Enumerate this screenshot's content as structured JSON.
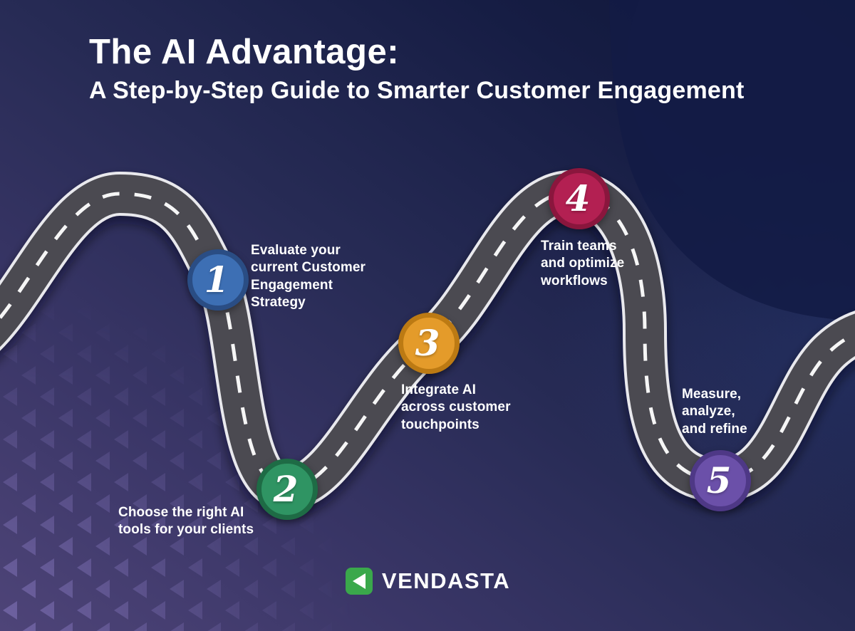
{
  "title": {
    "main": "The AI Advantage:",
    "subtitle": "A Step-by-Step Guide to Smarter Customer Engagement"
  },
  "steps": [
    {
      "number": "1",
      "label": "Evaluate your current Customer Engagement Strategy",
      "circle_color": "#3d6fb4",
      "ring_color": "#2a4d84"
    },
    {
      "number": "2",
      "label": "Choose the right AI tools for your clients",
      "circle_color": "#2f9463",
      "ring_color": "#1e6b45"
    },
    {
      "number": "3",
      "label": "Integrate AI across customer touchpoints",
      "circle_color": "#e49b2a",
      "ring_color": "#bc7a13"
    },
    {
      "number": "4",
      "label": "Train teams and optimize workflows",
      "circle_color": "#b32052",
      "ring_color": "#8a163d"
    },
    {
      "number": "5",
      "label": "Measure, analyze, and refine",
      "circle_color": "#6b50a9",
      "ring_color": "#4e3886"
    }
  ],
  "road": {
    "asphalt_color": "#4b4a51",
    "edge_line_color": "#e9e9ed",
    "center_line_color": "#ffffff"
  },
  "brand": {
    "name": "VENDASTA",
    "logo_color": "#3aa84b"
  }
}
